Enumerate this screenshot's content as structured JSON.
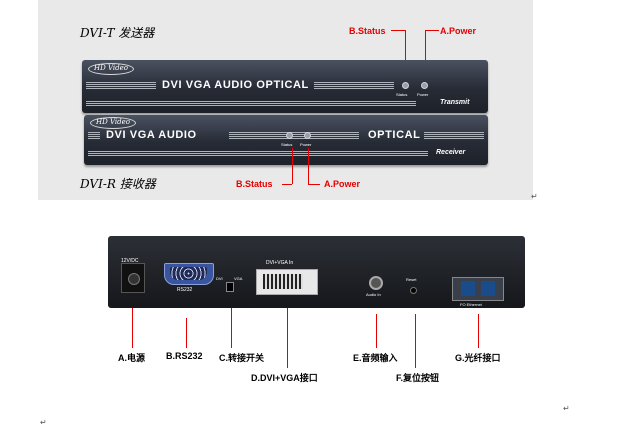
{
  "transmitter": {
    "title": "DVI-T 发送器",
    "logo": "HD Video",
    "model": "DVI VGA AUDIO OPTICAL",
    "status_led": "Status",
    "power_led": "Power",
    "tag": "Transmit"
  },
  "receiver": {
    "title": "DVI-R 接收器",
    "logo": "HD Video",
    "model_left": "DVI VGA AUDIO",
    "model_right": "OPTICAL",
    "status_led": "Status",
    "power_led": "Power",
    "tag": "Receiver"
  },
  "callouts_top": {
    "b_status": "B.Status",
    "a_power": "A.Power"
  },
  "callouts_bottom": {
    "b_status": "B.Status",
    "a_power": "A.Power"
  },
  "rear_panel": {
    "power_label": "12V/DC",
    "rs232_label": "RS232",
    "dvi_small": "DVI",
    "vga_small": "VGA",
    "dvi_vga_in": "DVI+VGA In",
    "audio_in": "Audio In",
    "reset": "Reset",
    "fiber": "FO Ethernet"
  },
  "rear_labels": {
    "a": "A.电源",
    "b": "B.RS232",
    "c": "C.转接开关",
    "d": "D.DVI+VGA接口",
    "e": "E.音频输入",
    "f": "F.复位按钮",
    "g": "G.光纤接口"
  },
  "colors": {
    "accent": "#e60000",
    "device_body": "#262b35",
    "background_top": "#e9e9e9"
  }
}
